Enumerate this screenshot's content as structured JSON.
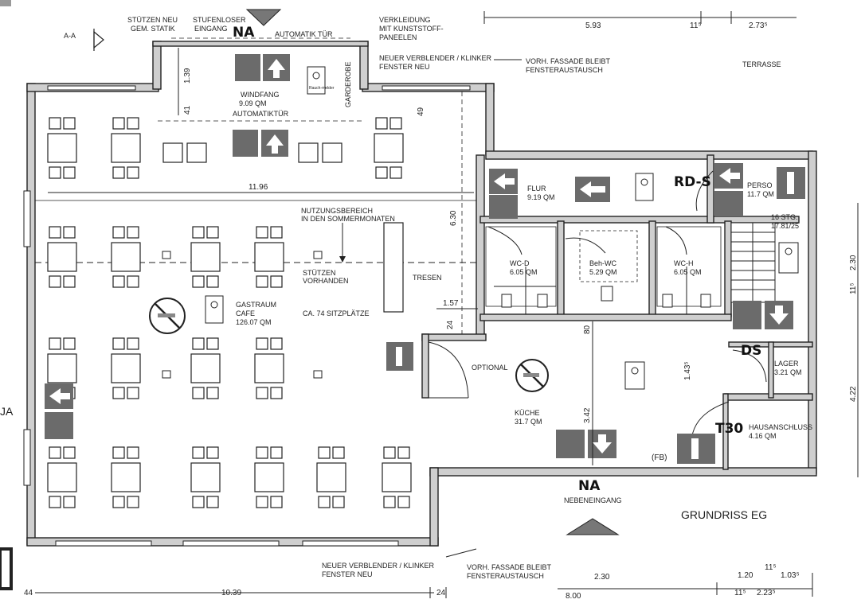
{
  "texts": {
    "stuetzen_neu": "STÜTZEN NEU",
    "gem_statik": "GEM. STATIK",
    "stufenloser": "STUFENLOSER",
    "eingang": "EINGANG",
    "na_top": "NA",
    "automatik_tuer_top": "AUTOMATIK TÜR",
    "verkleidung": "VERKLEIDUNG",
    "mit_kunststoff": "MIT KUNSTSTOFF-",
    "paneelen": "PANEELEN",
    "neuer_verblender_top": "NEUER VERBLENDER / KLINKER",
    "fenster_neu_top": "FENSTER NEU",
    "vorh_fassade_top": "VORH. FASSADE BLEIBT",
    "fensteraustausch_top": "FENSTERAUSTAUSCH",
    "terrasse": "TERRASSE",
    "section_aa": "A-A",
    "windfang": "WINDFANG",
    "windfang_area": "9.09 QM",
    "automatiktuer": "AUTOMATIKTÜR",
    "garderobe": "GARDEROBE",
    "rauchmelder": "Rauch-melder",
    "nutzungsbereich": "NUTZUNGSBEREICH",
    "sommermonate": "IN DEN SOMMERMONATEN",
    "stuetzen": "STÜTZEN",
    "vorhanden": "VORHANDEN",
    "tresen": "TRESEN",
    "gastraum": "GASTRAUM",
    "cafe": "CAFE",
    "gastraum_area": "126.07 QM",
    "sitzplaetze": "CA. 74 SITZPLÄTZE",
    "flur": "FLUR",
    "flur_area": "9.19 QM",
    "rd_s": "RD-S",
    "personal": "PERSO",
    "personal_area": "11.7 QM",
    "stairs": "16 STG.",
    "stairs_dims": "17.81/25",
    "wc_d": "WC-D",
    "wc_d_area": "6.05 QM",
    "beh_wc": "Beh-WC",
    "beh_wc_area": "5.29 QM",
    "wc_h": "WC-H",
    "wc_h_area": "6.05 QM",
    "ds": "DS",
    "lager": "LAGER",
    "lager_area": "3.21 QM",
    "optional": "OPTIONAL",
    "kueche": "KÜCHE",
    "kueche_area": "31.7 QM",
    "t30": "T30",
    "hausanschluss": "HAUSANSCHLUSS",
    "hausanschluss_area": "4.16 QM",
    "fb": "(FB)",
    "na_bottom": "NA",
    "nebeneingang": "NEBENEINGANG",
    "grundriss": "GRUNDRISS EG",
    "neuer_verblender_bottom": "NEUER VERBLENDER / KLINKER",
    "fenster_neu_bottom": "FENSTER NEU",
    "vorh_fassade_bottom": "VORH. FASSADE BLEIBT",
    "fensteraustausch_bottom": "FENSTERAUSTAUSCH",
    "ja": "JA"
  },
  "dims": {
    "d_593": "5.93",
    "d_11_top": "11⁵",
    "d_273": "2.73⁵",
    "d_139": "1.39",
    "d_41": "41",
    "d_49": "49",
    "d_1196": "11.96",
    "d_630": "6.30",
    "d_157": "1.57",
    "d_24_mid": "24",
    "d_80": "80",
    "d_342": "3.42",
    "d_143": "1.43⁵",
    "d_230_right": "2.30",
    "d_115_right": "11⁵",
    "d_422": "4.22",
    "d_44": "44",
    "d_1039": "10.39",
    "d_24_bottom": "24",
    "d_230_bottom": "2.30",
    "d_800": "8.00",
    "d_120": "1.20",
    "d_11_bottom": "11⁵",
    "d_103": "1.03⁵",
    "d_11_bottom2": "11⁵",
    "d_223": "2.23⁵"
  }
}
